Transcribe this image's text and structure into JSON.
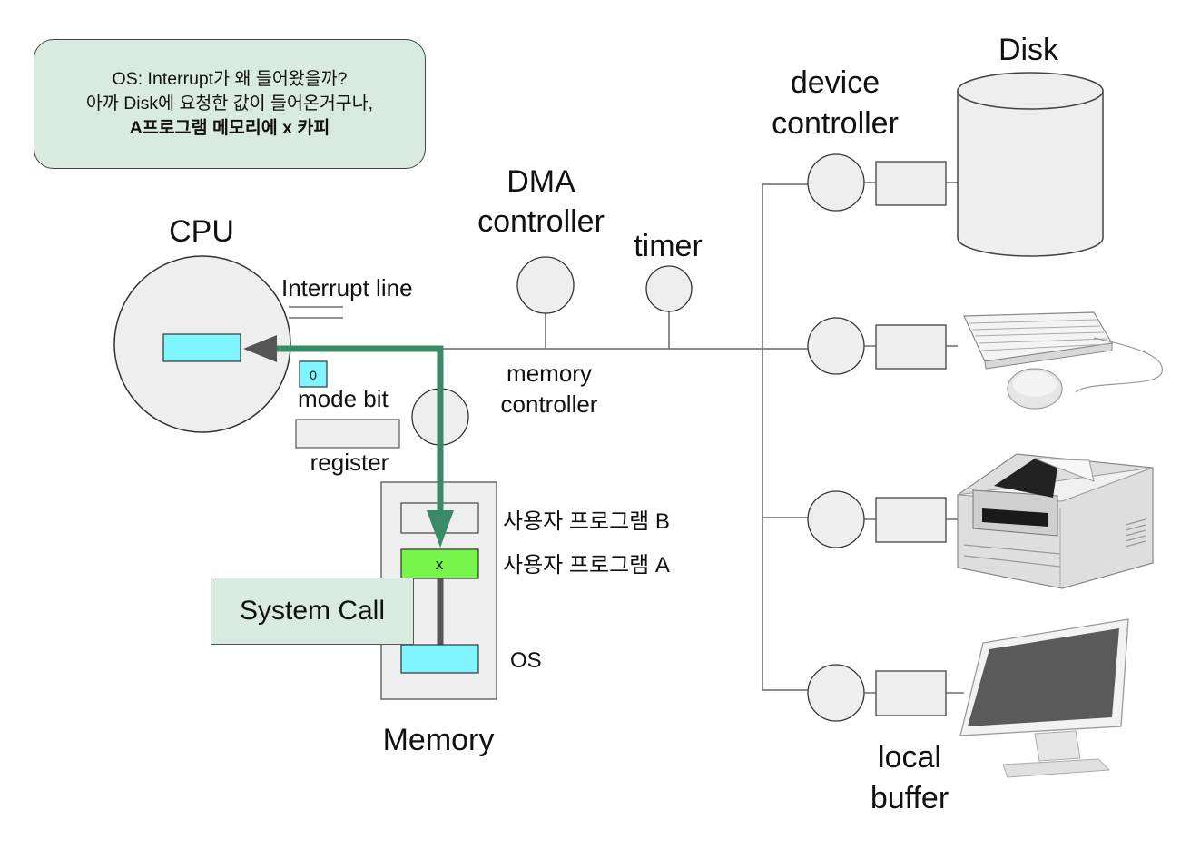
{
  "callout": {
    "line1": "OS: Interrupt가 왜 들어왔을까?",
    "line2": "아까 Disk에 요청한 값이 들어온거구나,",
    "line3": "A프로그램 메모리에 x 카피"
  },
  "labels": {
    "cpu": "CPU",
    "interrupt_line": "Interrupt line",
    "mode_bit": "mode bit",
    "mode_bit_value": "0",
    "register": "register",
    "dma_line1": "DMA",
    "dma_line2": "controller",
    "timer": "timer",
    "memory_controller_line1": "memory",
    "memory_controller_line2": "controller",
    "device_controller_line1": "device",
    "device_controller_line2": "controller",
    "disk": "Disk",
    "program_b": "사용자 프로그램 B",
    "program_a": "사용자 프로그램 A",
    "program_a_data": "x",
    "os": "OS",
    "memory": "Memory",
    "system_call": "System Call",
    "local_buffer_line1": "local",
    "local_buffer_line2": "buffer"
  },
  "colors": {
    "path_arrow": "#3a8a68",
    "cyan": "#7ff6ff",
    "green_block": "#77f54a",
    "callout_bg": "#d9ebe1",
    "bus_line": "#666666"
  },
  "icons": [
    "disk-cylinder-icon",
    "keyboard-mouse-icon",
    "printer-icon",
    "monitor-icon"
  ]
}
